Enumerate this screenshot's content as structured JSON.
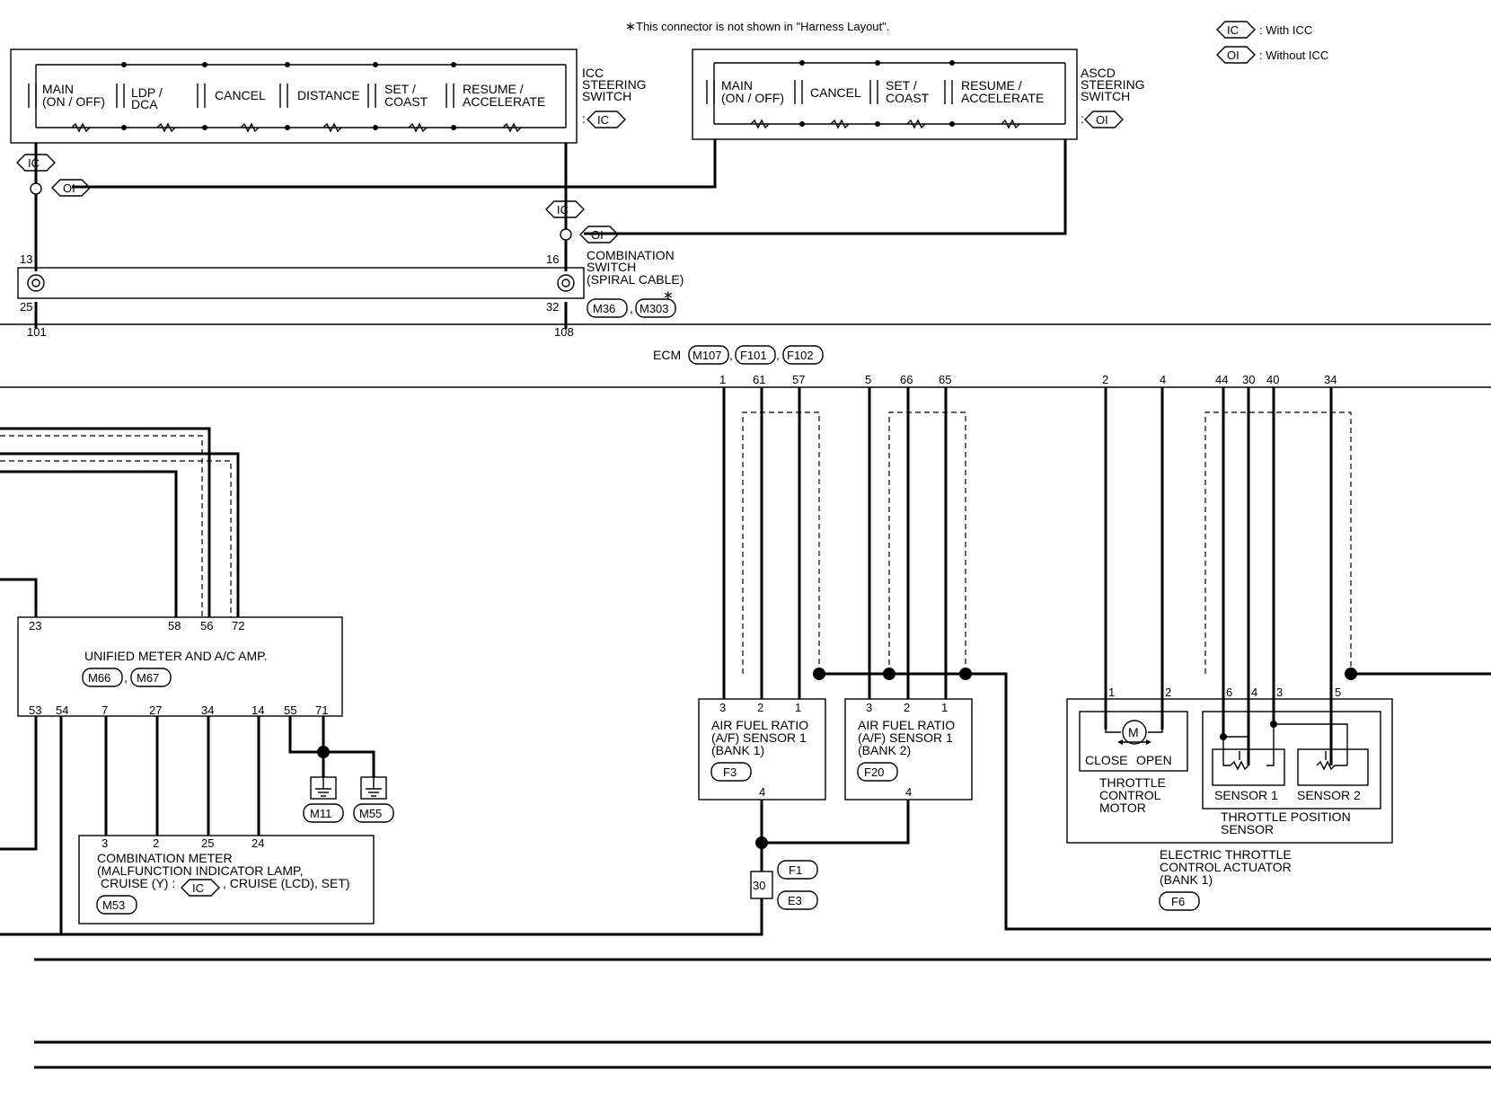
{
  "notes": {
    "connector_note": "This connector is not shown in \"Harness Layout\".",
    "star": "∗",
    "legend_ic": "IC",
    "legend_ic_text": ": With ICC",
    "legend_oi": "OI",
    "legend_oi_text": ": Without ICC"
  },
  "icc_switch": {
    "name_1": "ICC",
    "name_2": "STEERING",
    "name_3": "SWITCH",
    "colon": ":",
    "tag": "IC",
    "switches": [
      {
        "l1": "MAIN",
        "l2": "(ON / OFF)"
      },
      {
        "l1": "LDP /",
        "l2": "DCA"
      },
      {
        "l1": "CANCEL",
        "l2": ""
      },
      {
        "l1": "DISTANCE",
        "l2": ""
      },
      {
        "l1": "SET /",
        "l2": "COAST"
      },
      {
        "l1": "RESUME /",
        "l2": "ACCELERATE"
      }
    ]
  },
  "ascd_switch": {
    "name_1": "ASCD",
    "name_2": "STEERING",
    "name_3": "SWITCH",
    "colon": ":",
    "tag": "OI",
    "switches": [
      {
        "l1": "MAIN",
        "l2": "(ON / OFF)"
      },
      {
        "l1": "CANCEL",
        "l2": ""
      },
      {
        "l1": "SET /",
        "l2": "COAST"
      },
      {
        "l1": "RESUME /",
        "l2": "ACCELERATE"
      }
    ]
  },
  "branch_tags": {
    "ic": "IC",
    "oi": "OI"
  },
  "combination_switch": {
    "l1": "COMBINATION",
    "l2": "SWITCH",
    "l3": "(SPIRAL CABLE)",
    "conn_1": "M36",
    "sep": ",",
    "conn_2": "M303",
    "pin_13": "13",
    "pin_25": "25",
    "pin_16": "16",
    "pin_32": "32",
    "lower_101": "101",
    "lower_108": "108"
  },
  "ecm": {
    "label": "ECM",
    "conn_1": "M107",
    "conn_2": "F101",
    "conn_3": "F102",
    "sep": ",",
    "pins": [
      "1",
      "61",
      "57",
      "5",
      "66",
      "65",
      "2",
      "4",
      "44",
      "30",
      "40",
      "34"
    ]
  },
  "unified_meter": {
    "title": "UNIFIED METER AND A/C AMP.",
    "conn_1": "M66",
    "conn_2": "M67",
    "sep": ",",
    "top_pins": [
      "23",
      "58",
      "56",
      "72"
    ],
    "bottom_pins": [
      "53",
      "54",
      "7",
      "27",
      "34",
      "14",
      "55",
      "71"
    ]
  },
  "grounds": [
    "M11",
    "M55"
  ],
  "combination_meter": {
    "pins": [
      "3",
      "2",
      "25",
      "24"
    ],
    "l1": "COMBINATION METER",
    "l2": "(MALFUNCTION INDICATOR LAMP,",
    "l3a": "CRUISE (Y) :",
    "tag": "IC",
    "l3b": ", CRUISE (LCD), SET)",
    "conn": "M53"
  },
  "af_sensor_1": {
    "pins_top": [
      "3",
      "2",
      "1"
    ],
    "l1": "AIR FUEL RATIO",
    "l2": "(A/F) SENSOR 1",
    "l3": "(BANK 1)",
    "conn": "F3",
    "pin_bottom": "4"
  },
  "af_sensor_2": {
    "pins_top": [
      "3",
      "2",
      "1"
    ],
    "l1": "AIR FUEL RATIO",
    "l2": "(A/F) SENSOR 1",
    "l3": "(BANK 2)",
    "conn": "F20",
    "pin_bottom": "4"
  },
  "joint": {
    "pin": "30",
    "conn_1": "F1",
    "conn_2": "E3"
  },
  "throttle_actuator": {
    "pins": [
      "1",
      "2",
      "6",
      "4",
      "3",
      "5"
    ],
    "motor_symbol": "M",
    "close": "CLOSE",
    "open": "OPEN",
    "motor_l1": "THROTTLE",
    "motor_l2": "CONTROL",
    "motor_l3": "MOTOR",
    "sensor_1": "SENSOR 1",
    "sensor_2": "SENSOR 2",
    "tps_l1": "THROTTLE POSITION",
    "tps_l2": "SENSOR",
    "l1": "ELECTRIC THROTTLE",
    "l2": "CONTROL ACTUATOR",
    "l3": "(BANK 1)",
    "conn": "F6"
  }
}
